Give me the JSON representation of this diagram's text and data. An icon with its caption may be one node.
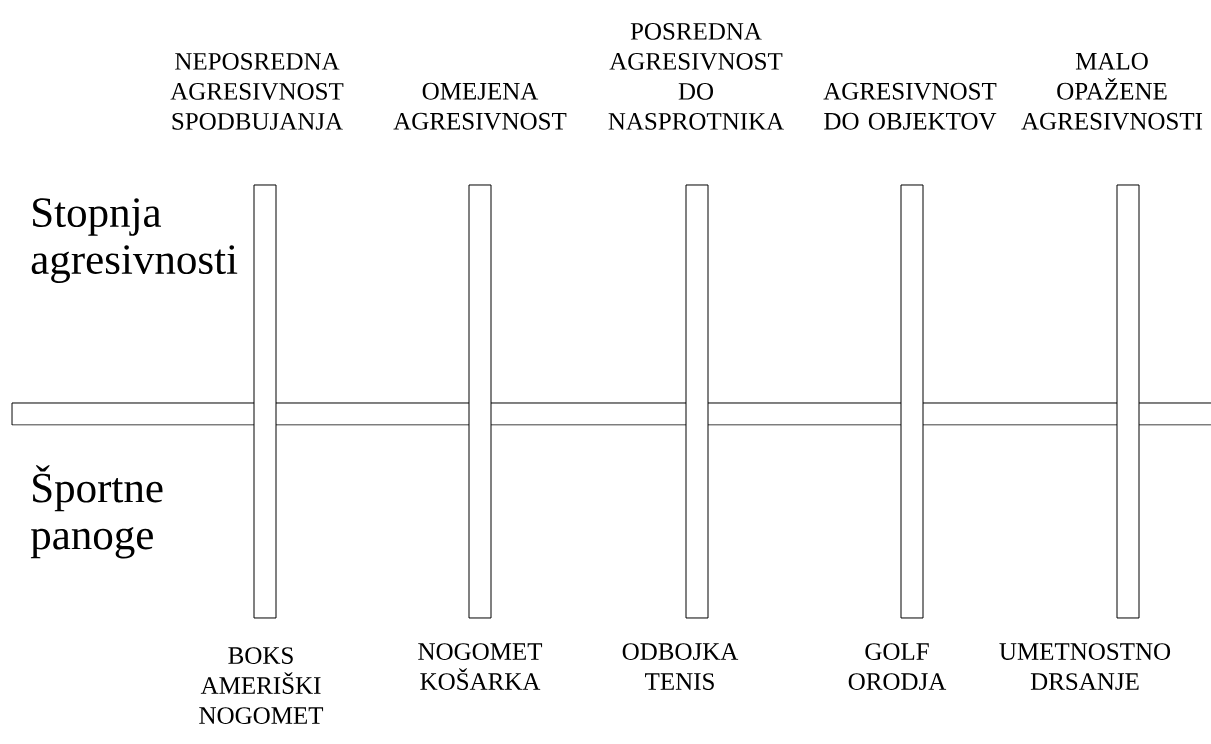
{
  "diagram": {
    "labels": [
      "NEPOSREDNA AGRESIVNOST SPODBUJANJA",
      "OMEJENA AGRESIVNOST",
      "POSREDNA AGRESIVNOST DO NASPROTNIKA",
      "AGRESIVNOST DO OBJEKTOV",
      "MALO OPAŽENE AGRESIVNOSTI",
      "Stopnja agresivnosti",
      "Športne panoge",
      "BOKS AMERIŠKI NOGOMET",
      "NOGOMET KOŠARKA",
      "ODBOJKA TENIS",
      "GOLF ORODJA",
      "UMETNOSTNO DRSANJE"
    ]
  }
}
